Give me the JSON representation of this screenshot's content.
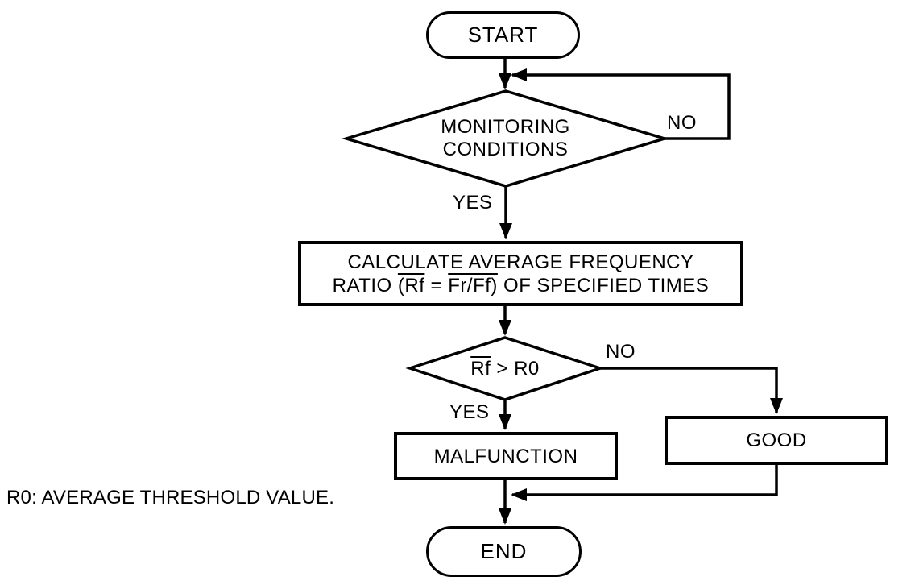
{
  "canvas": {
    "background": "#ffffff",
    "line_color": "#000000",
    "text_color": "#000000"
  },
  "nodes": {
    "start": {
      "label": "START"
    },
    "decision_monitoring": {
      "line1": "MONITORING",
      "line2": "CONDITIONS"
    },
    "process_calculate": {
      "line1": "CALCULATE AVERAGE FREQUENCY",
      "line2_prefix": "RATIO ",
      "line2_over1": "(Rf",
      "line2_mid": " = ",
      "line2_over2": "Fr/Ff)",
      "line2_suffix": " OF SPECIFIED TIMES"
    },
    "decision_threshold": {
      "over": "Rf",
      "rest": " > R0"
    },
    "malfunction": {
      "label": "MALFUNCTION"
    },
    "good": {
      "label": "GOOD"
    },
    "end": {
      "label": "END"
    }
  },
  "edge_labels": {
    "monitoring_no": "NO",
    "monitoring_yes": "YES",
    "threshold_no": "NO",
    "threshold_yes": "YES"
  },
  "footnote": "R0: AVERAGE THRESHOLD VALUE."
}
